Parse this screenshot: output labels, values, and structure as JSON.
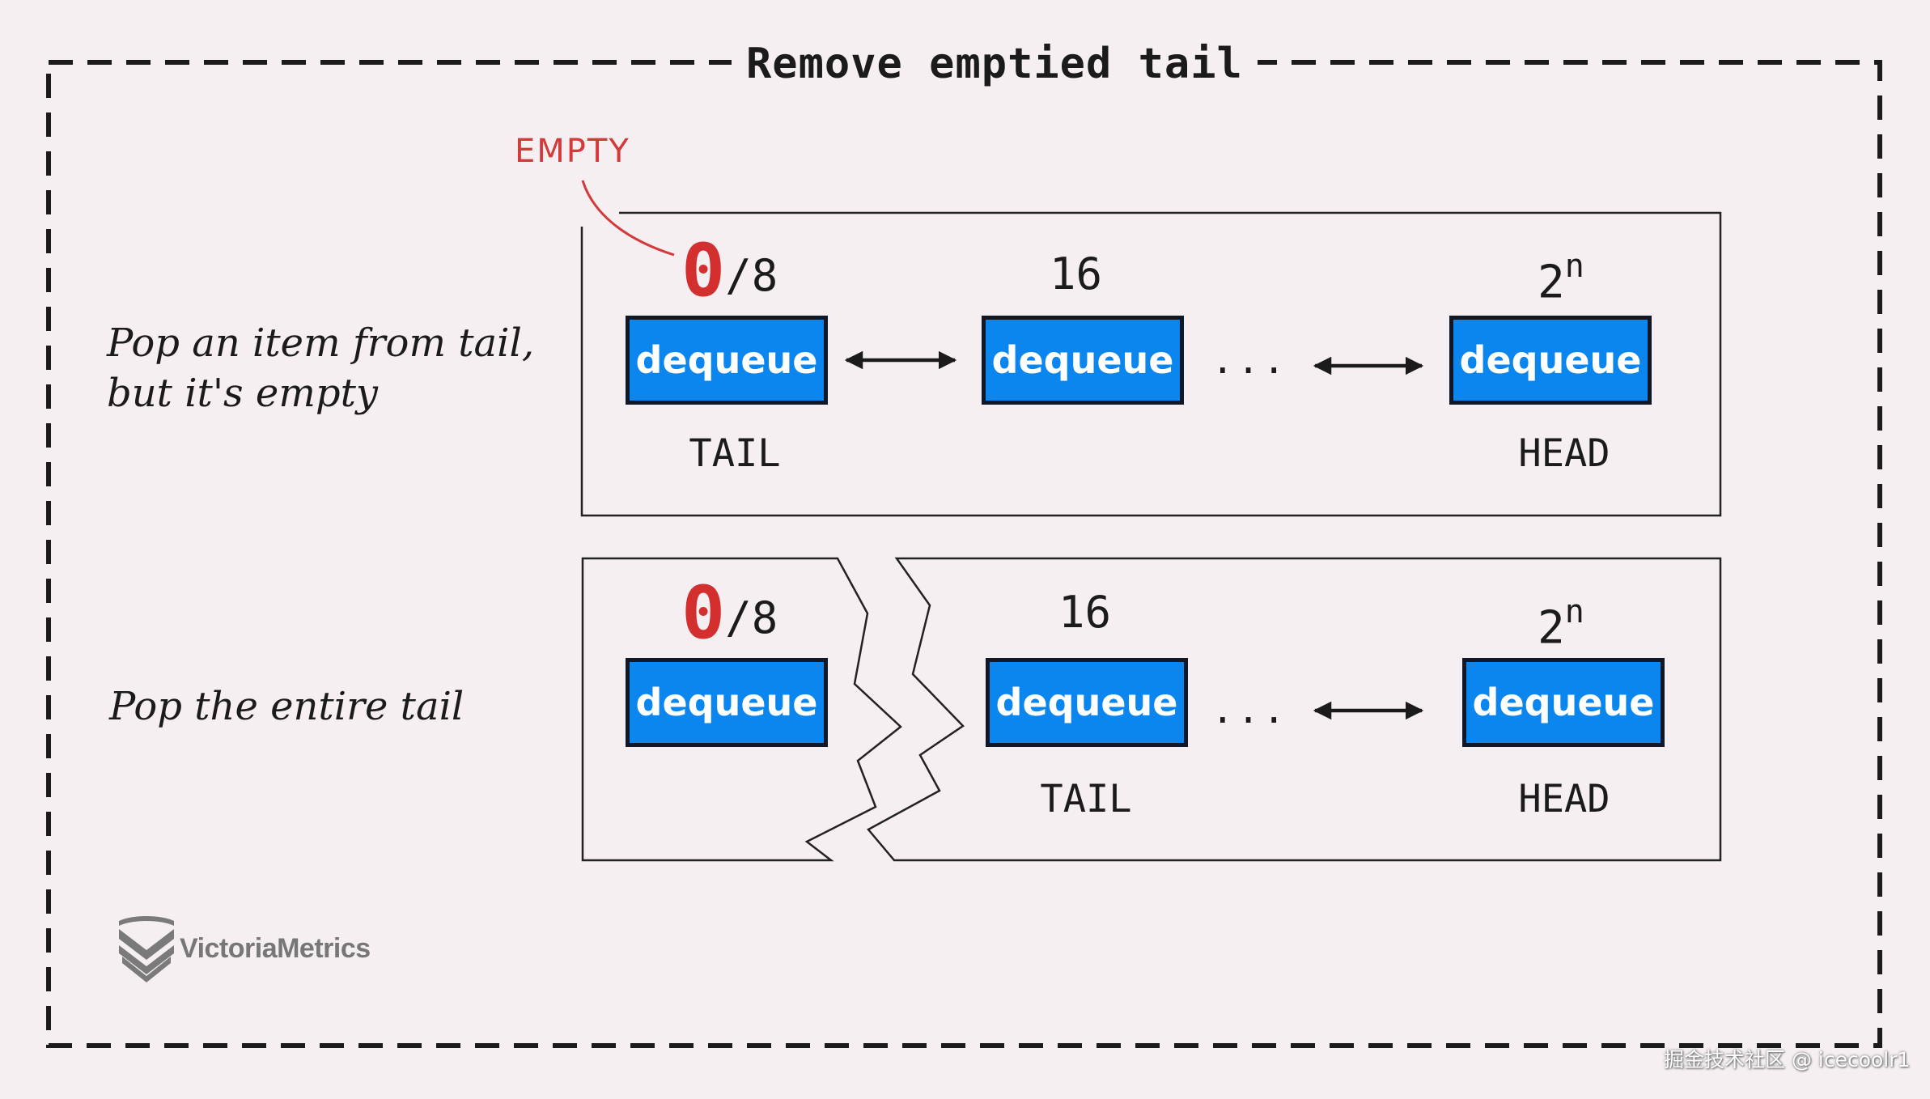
{
  "title": "Remove emptied tail",
  "annotation": "EMPTY",
  "rows": [
    {
      "caption_lines": [
        "Pop an item from tail,",
        "but it's empty"
      ],
      "nodes": [
        {
          "count": "0",
          "capacity": "/8",
          "label": "dequeue",
          "role": "TAIL"
        },
        {
          "count": "16",
          "label": "dequeue"
        },
        {
          "base": "2",
          "exp": "n",
          "label": "dequeue",
          "role": "HEAD"
        }
      ],
      "ellipsis": "..."
    },
    {
      "caption_lines": [
        "Pop the entire tail"
      ],
      "nodes": [
        {
          "count": "0",
          "capacity": "/8",
          "label": "dequeue"
        },
        {
          "count": "16",
          "label": "dequeue",
          "role": "TAIL"
        },
        {
          "base": "2",
          "exp": "n",
          "label": "dequeue",
          "role": "HEAD"
        }
      ],
      "ellipsis": "..."
    }
  ],
  "logo": {
    "text": "VictoriaMetrics",
    "icon": "victoriametrics-logo-icon"
  },
  "watermark": "掘金技术社区 @ icecoolr1",
  "colors": {
    "background": "#f5eff2",
    "dequeue_fill": "#0a86ee",
    "dequeue_border": "#101828",
    "empty_red": "#d42f2f"
  }
}
